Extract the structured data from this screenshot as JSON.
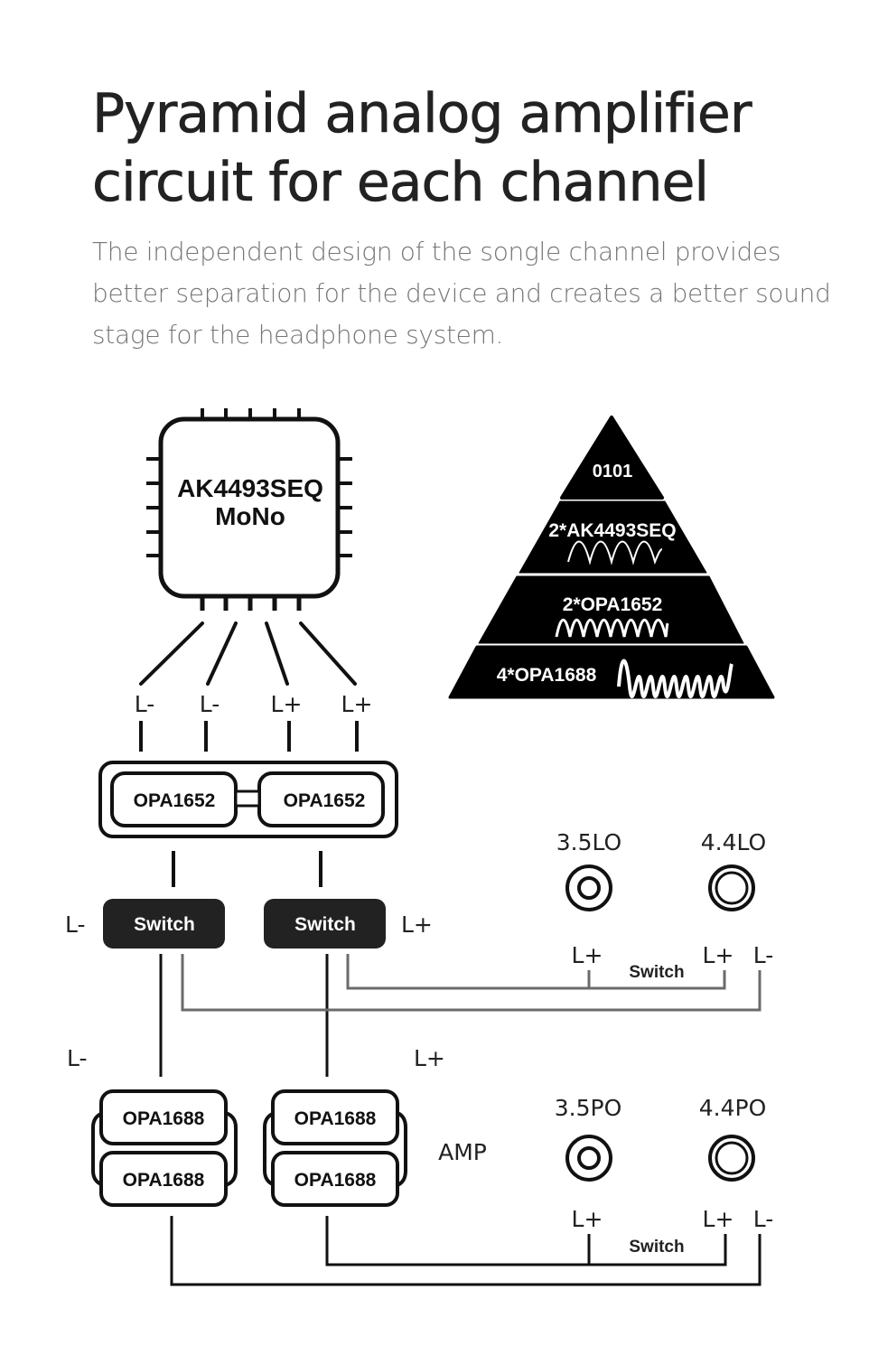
{
  "header": {
    "title_line1": "Pyramid analog amplifier",
    "title_line2": "circuit for each channel",
    "subtitle": "The independent design of the songle channel provides better separation for the device and creates a better sound stage for the headphone system."
  },
  "chip": {
    "line1": "AK4493SEQ",
    "line2": "MoNo"
  },
  "chip_outputs": [
    "L-",
    "L-",
    "L+",
    "L+"
  ],
  "pyramid": {
    "tiers": [
      {
        "label": "0101",
        "wave": "none"
      },
      {
        "label": "2*AK4493SEQ",
        "wave": "sine-3"
      },
      {
        "label": "2*OPA1652",
        "wave": "sine-5"
      },
      {
        "label": "4*OPA1688",
        "wave": "sine-5-large"
      }
    ],
    "color": "#000000"
  },
  "opa1652": {
    "left": "OPA1652",
    "right": "OPA1652"
  },
  "switches": {
    "left_label": "Switch",
    "right_label": "Switch",
    "left_side_label": "L-",
    "right_side_label": "L+",
    "color": "#222222"
  },
  "lower_labels": {
    "left": "L-",
    "right": "L+"
  },
  "amp": {
    "chips": [
      "OPA1688",
      "OPA1688",
      "OPA1688",
      "OPA1688"
    ],
    "label": "AMP"
  },
  "line_out": {
    "jack_35": "3.5LO",
    "jack_44": "4.4LO",
    "pin_35": "L+",
    "pin_44_pos": "L+",
    "pin_44_neg": "L-",
    "switch_label": "Switch",
    "wire_color": "#6b6b6b"
  },
  "phone_out": {
    "jack_35": "3.5PO",
    "jack_44": "4.4PO",
    "pin_35": "L+",
    "pin_44_pos": "L+",
    "pin_44_neg": "L-",
    "switch_label": "Switch",
    "wire_color": "#000000"
  }
}
